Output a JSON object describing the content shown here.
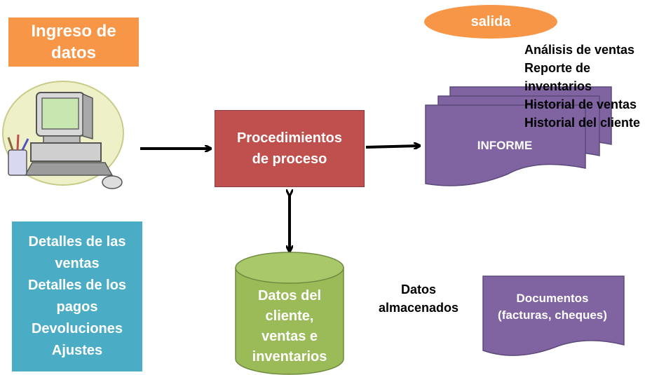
{
  "input": {
    "line1": "Ingreso de",
    "line2": "datos"
  },
  "process": {
    "line1": "Procedimientos",
    "line2": "de proceso"
  },
  "output_label": "salida",
  "outputs": [
    "Análisis de ventas",
    "Reporte de",
    "inventarios",
    "Historial de ventas",
    "Historial del cliente"
  ],
  "report_label": "INFORME",
  "input_details": [
    "Detalles de las",
    "ventas",
    "Detalles de los",
    "pagos",
    "Devoluciones",
    "Ajustes"
  ],
  "storage": {
    "label_line1": "Datos",
    "label_line2": "almacenados",
    "db_lines": [
      "Datos del",
      "cliente,",
      "ventas e",
      "inventarios"
    ]
  },
  "documents": {
    "line1": "Documentos",
    "line2": "(facturas, cheques)"
  },
  "colors": {
    "orange": "#f79646",
    "red": "#c0504d",
    "purple": "#8064a2",
    "green": "#9bbb59",
    "blue": "#4bacc6"
  },
  "icons": {
    "computer": "computer-clipart-icon"
  }
}
